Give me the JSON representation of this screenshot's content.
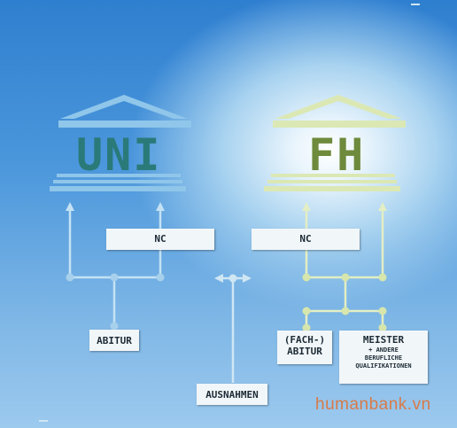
{
  "diagram": {
    "uni": {
      "label": "UNI",
      "color": "#2a7a7a",
      "roof_color": "#8fc6ea"
    },
    "fh": {
      "label": "FH",
      "color": "#6e8a3c",
      "roof_color": "#dbe8b4"
    },
    "nc_uni": "NC",
    "nc_fh": "NC",
    "abitur": "ABITUR",
    "fach_abitur_line1": "(FACH-)",
    "fach_abitur_line2": "ABITUR",
    "meister": "MEISTER",
    "meister_sub1": "+ ANDERE",
    "meister_sub2": "BERUFLICHE",
    "meister_sub3": "QUALIFIKATIONEN",
    "ausnahmen": "AUSNAHMEN",
    "line_colors": {
      "uni": "#c4e2f4",
      "center": "#cfe6f3",
      "fh": "#e3eec4"
    }
  },
  "watermark": "humanbank.vn"
}
